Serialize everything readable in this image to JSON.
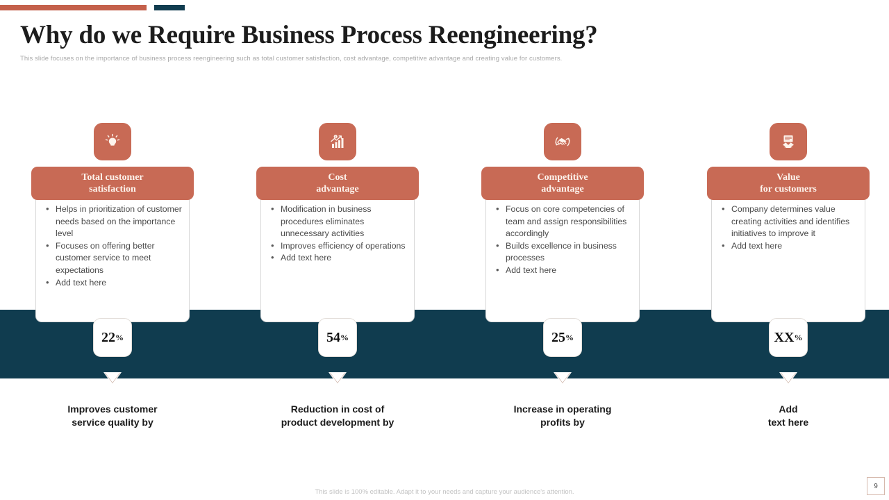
{
  "header": {
    "title": "Why do we Require Business Process Reengineering?",
    "subtitle": "This slide focuses on the importance of business process reengineering such as total customer satisfaction, cost advantage, competitive advantage and creating value for customers."
  },
  "theme": {
    "terracotta": "#c86a55",
    "accent_terracotta": "#c4604b",
    "navy": "#103c4f",
    "card_text": "#4a4a4a",
    "header_text": "#fdf3ec"
  },
  "columns": [
    {
      "icon": "lightbulb-icon",
      "title_line1": "Total customer",
      "title_line2": "satisfaction",
      "bullets": [
        "Helps in prioritization of customer needs based on the importance level",
        "Focuses on offering better customer service to meet expectations",
        "Add text here"
      ],
      "percent_value": "22",
      "percent_symbol": "%",
      "caption_line1": "Improves customer",
      "caption_line2": "service quality by"
    },
    {
      "icon": "bar-chart-growth-icon",
      "title_line1": "Cost",
      "title_line2": "advantage",
      "bullets": [
        "Modification in business procedures eliminates unnecessary activities",
        "Improves efficiency of operations",
        "Add text here"
      ],
      "percent_value": "54",
      "percent_symbol": "%",
      "caption_line1": "Reduction in cost of",
      "caption_line2": "product development by"
    },
    {
      "icon": "handshake-cycle-icon",
      "title_line1": "Competitive",
      "title_line2": "advantage",
      "bullets": [
        "Focus on core competencies of team and assign responsibilities accordingly",
        "Builds excellence in business processes",
        "Add text here"
      ],
      "percent_value": "25",
      "percent_symbol": "%",
      "caption_line1": "Increase in operating",
      "caption_line2": "profits by"
    },
    {
      "icon": "document-hands-icon",
      "title_line1": "Value",
      "title_line2": "for customers",
      "bullets": [
        "Company determines value creating activities and identifies initiatives to improve it",
        "Add text here"
      ],
      "percent_value": "XX",
      "percent_symbol": "%",
      "caption_line1": "Add",
      "caption_line2": "text here"
    }
  ],
  "footer": {
    "note": "This slide is 100% editable. Adapt it to your needs and capture your audience's attention.",
    "page_number": "9"
  }
}
